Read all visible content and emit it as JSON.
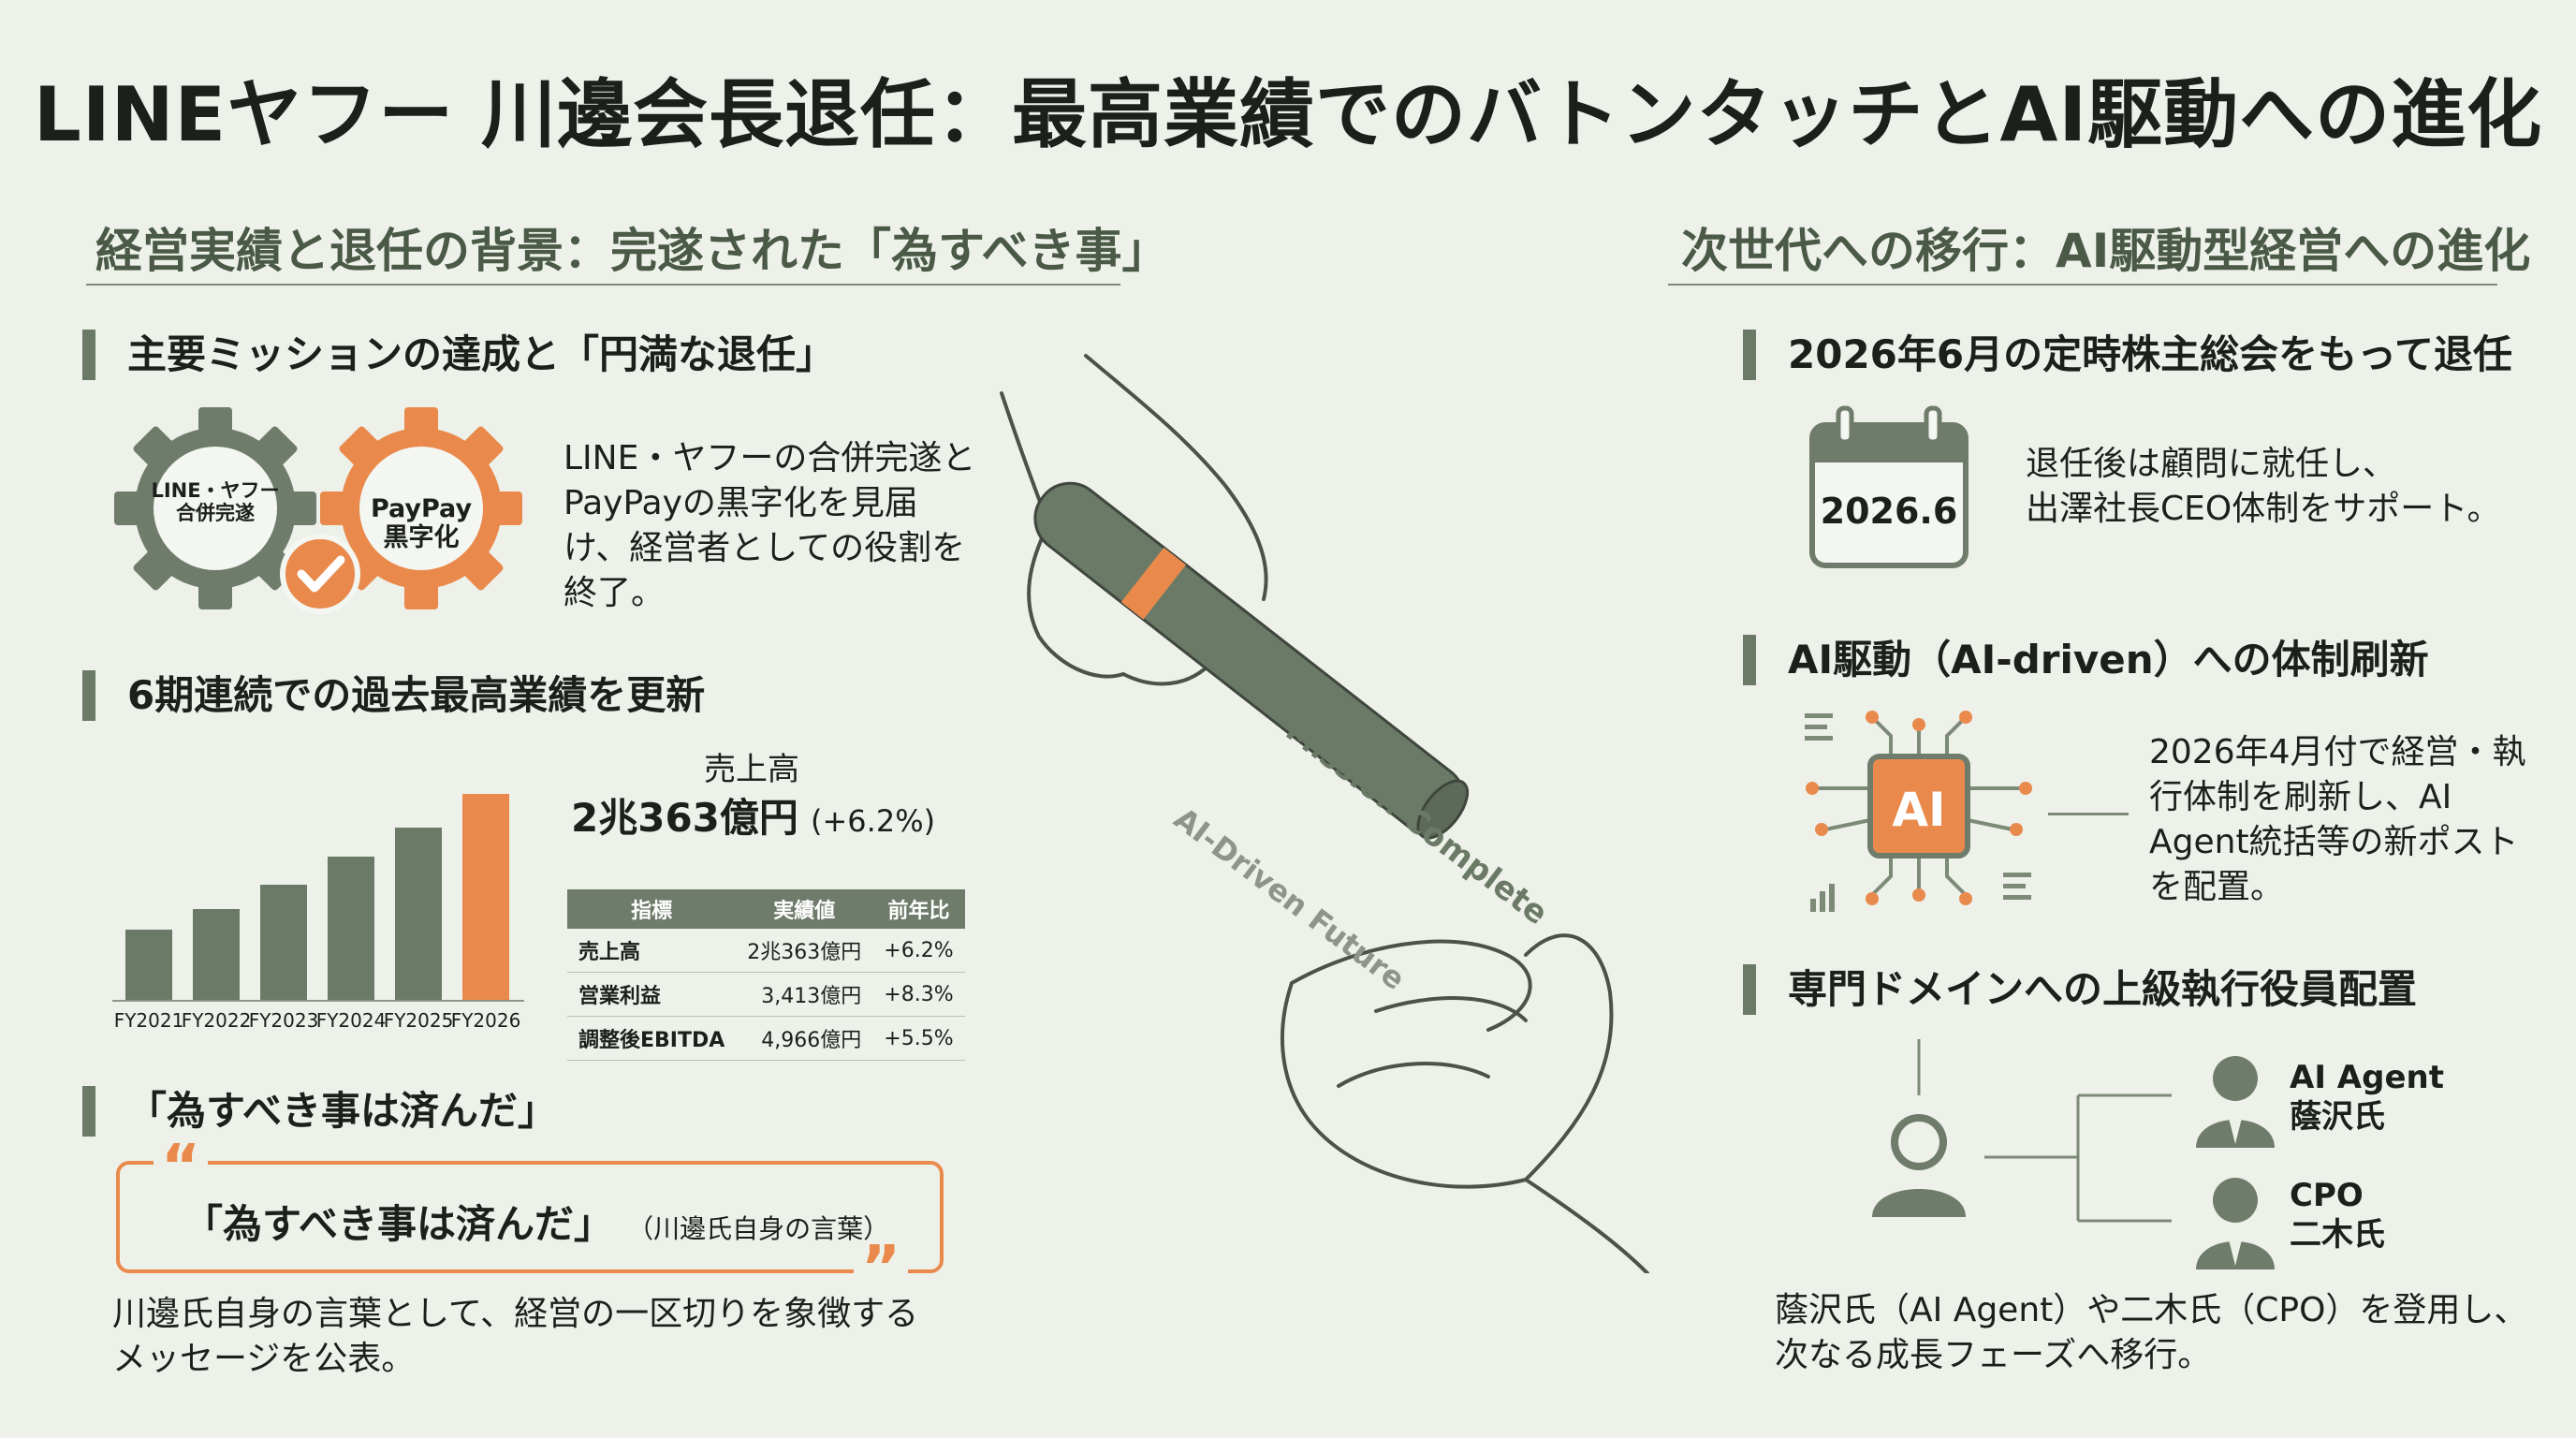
{
  "title": "LINEヤフー 川邊会長退任：最高業績でのバトンタッチとAI駆動への進化",
  "left": {
    "heading": "経営実績と退任の背景：完遂された「為すべき事」",
    "mission": {
      "heading": "主要ミッションの達成と「円満な退任」",
      "gear1_label": "LINE・ヤフー\n合併完遂",
      "gear2_label": "PayPay\n黒字化",
      "text": [
        "LINE・ヤフーの合併完遂と",
        "PayPayの黒字化を見届",
        "け、経営者としての役割を",
        "終了。"
      ]
    },
    "performance": {
      "heading": "6期連続での過去最高業績を更新",
      "revenue_label": "売上高",
      "revenue_value": "2兆363億円",
      "revenue_growth": "(+6.2%)",
      "table": {
        "headers": [
          "指標",
          "実績値",
          "前年比"
        ],
        "rows": [
          [
            "売上高",
            "2兆363億円",
            "+6.2%"
          ],
          [
            "営業利益",
            "3,413億円",
            "+8.3%"
          ],
          [
            "調整後EBITDA",
            "4,966億円",
            "+5.5%"
          ]
        ]
      }
    },
    "quote": {
      "heading": "「為すべき事は済んだ」",
      "open_mark": "“",
      "close_mark": "”",
      "quote": "「為すべき事は済んだ」",
      "attribution": "（川邊氏自身の言葉）",
      "text": [
        "川邊氏自身の言葉として、経営の一区切りを象徴する",
        "メッセージを公表。"
      ]
    }
  },
  "chart_data": {
    "type": "bar",
    "categories": [
      "FY2021",
      "FY2022",
      "FY2023",
      "FY2024",
      "FY2025",
      "FY2026"
    ],
    "values": [
      0.38,
      0.49,
      0.62,
      0.77,
      0.93,
      1.11
    ],
    "highlight_index": 5,
    "colors": {
      "bar": "#6b7a67",
      "highlight": "#e98a4c"
    }
  },
  "center": {
    "mission_text": "Mission Complete",
    "future_text": "AI-Driven Future"
  },
  "right": {
    "heading": "次世代への移行：AI駆動型経営への進化",
    "retire": {
      "heading": "2026年6月の定時株主総会をもって退任",
      "calendar_date": "2026.6",
      "text": [
        "退任後は顧問に就任し、",
        "出澤社長CEO体制をサポート。"
      ]
    },
    "ai": {
      "heading": "AI駆動（AI-driven）への体制刷新",
      "chip_label": "AI",
      "text": [
        "2026年4月付で経営・執",
        "行体制を刷新し、AI",
        "Agent統括等の新ポスト",
        "を配置。"
      ]
    },
    "exec": {
      "heading": "専門ドメインへの上級執行役員配置",
      "person1_role": "AI Agent",
      "person1_name": "蔭沢氏",
      "person2_role": "CPO",
      "person2_name": "二木氏",
      "text": [
        "蔭沢氏（AI Agent）や二木氏（CPO）を登用し、",
        "次なる成長フェーズへ移行。"
      ]
    }
  },
  "colors": {
    "accent": "#e98a4c",
    "primary": "#6b7a67",
    "background": "#edf1ea",
    "text": "#1d1f1c"
  }
}
